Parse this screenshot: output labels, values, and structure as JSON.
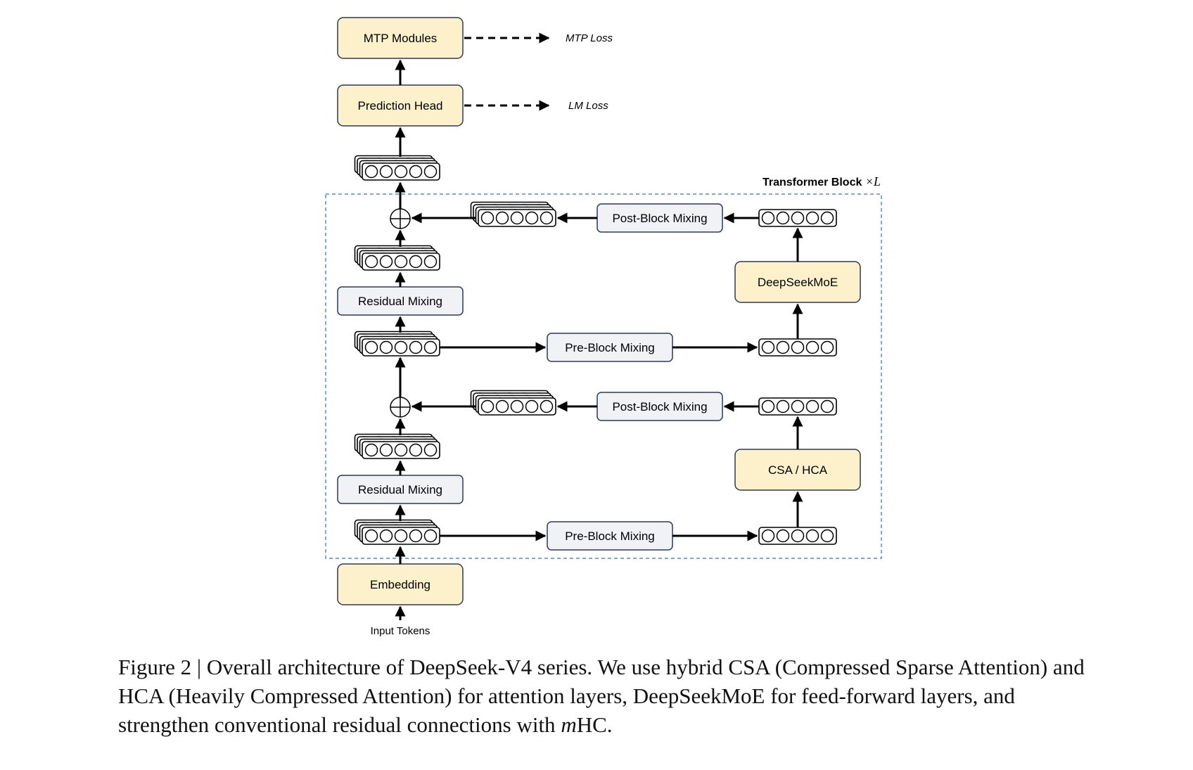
{
  "diagram": {
    "transformer_block_label": "Transformer Block",
    "transformer_block_repeat": "×L",
    "nodes": {
      "mtp_modules": "MTP Modules",
      "prediction_head": "Prediction Head",
      "embedding": "Embedding",
      "deepseek_moe": "DeepSeekMoE",
      "csa_hca": "CSA / HCA",
      "residual_mixing_top": "Residual Mixing",
      "residual_mixing_bottom": "Residual Mixing",
      "pre_block_mixing_top": "Pre-Block Mixing",
      "pre_block_mixing_bottom": "Pre-Block Mixing",
      "post_block_mixing_top": "Post-Block Mixing",
      "post_block_mixing_bottom": "Post-Block Mixing"
    },
    "losses": {
      "mtp_loss": "MTP Loss",
      "lm_loss": "LM Loss"
    },
    "input_label": "Input Tokens",
    "colors": {
      "main_module_fill": "#fdf1cc",
      "mixing_fill": "#f1f2f6",
      "border": "#2b3a55",
      "block_outline": "#4f8fc0"
    }
  },
  "caption": {
    "prefix": "Figure 2 | Overall architecture of DeepSeek-V4 series. We use hybrid CSA (Compressed Sparse Attention) and HCA (Heavily Compressed Attention) for attention layers, DeepSeekMoE for feed-forward layers, and strengthen conventional residual connections with ",
    "emphasis": "m",
    "suffix": "HC."
  }
}
